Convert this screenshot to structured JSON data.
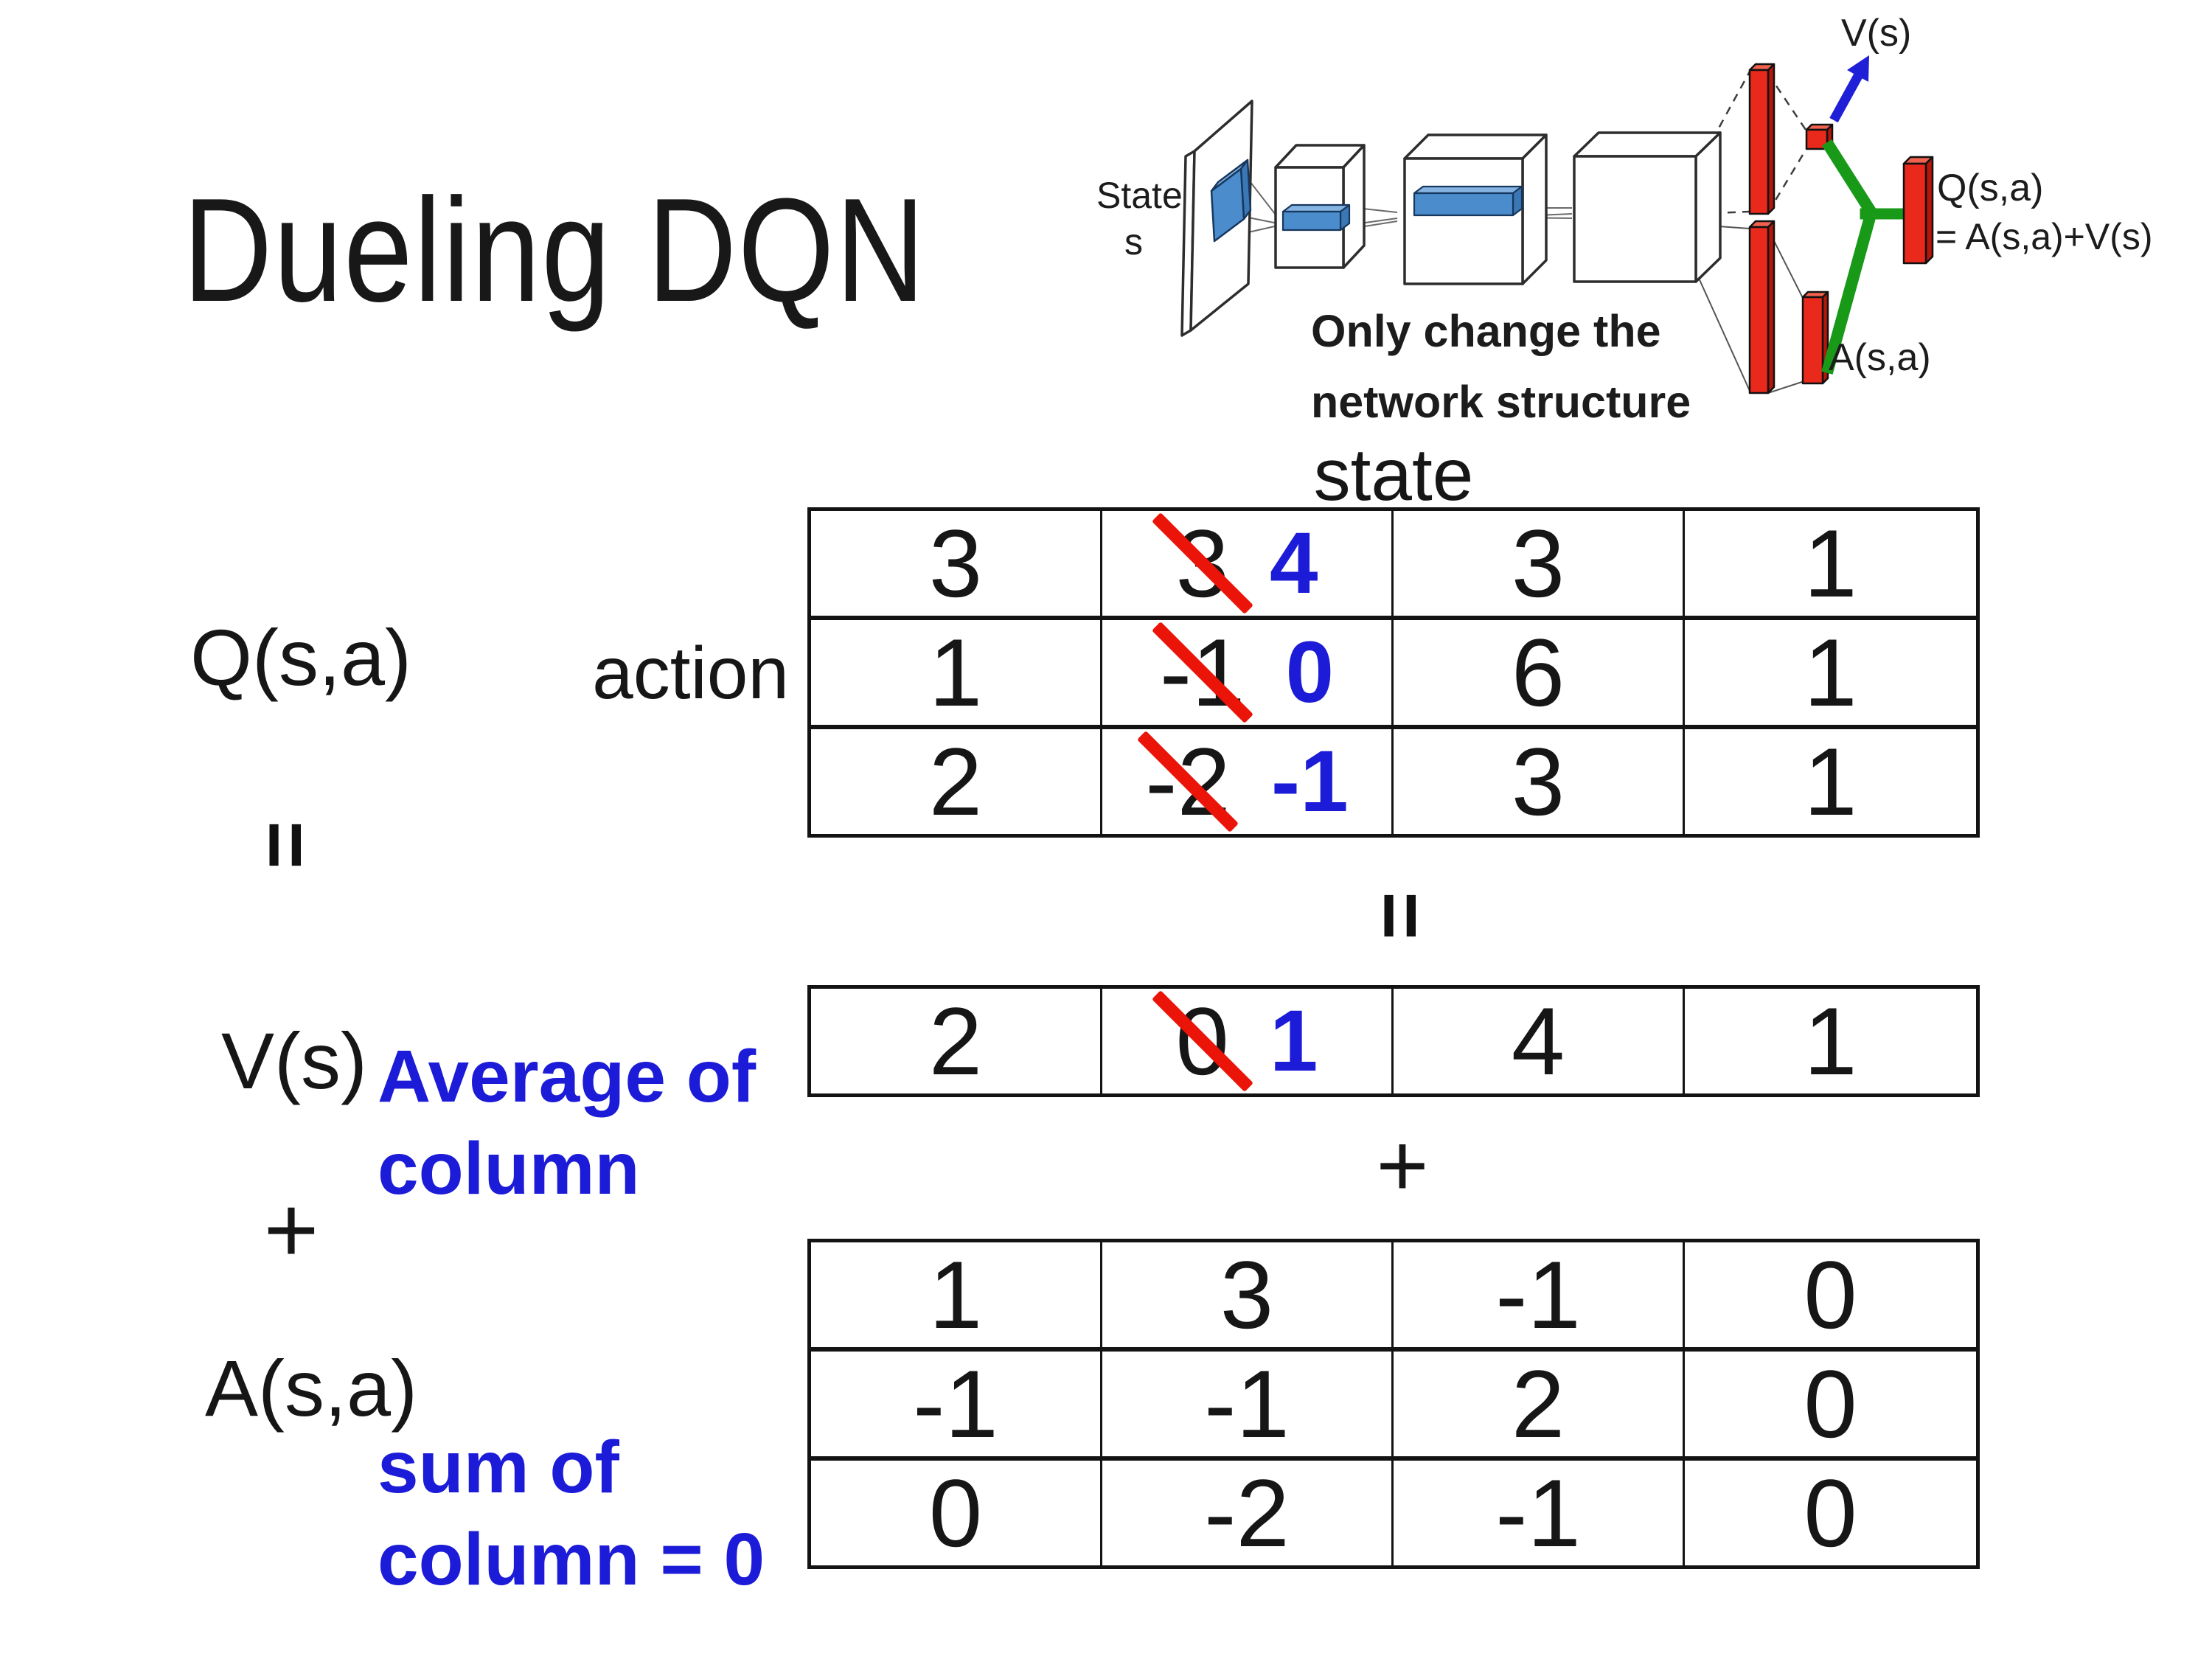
{
  "slide": {
    "title": "Dueling DQN"
  },
  "colors": {
    "annotation_blue": "#1b1bd8",
    "strike_red": "#ea1408",
    "bar_red": "#e8291c",
    "combine_green": "#189918",
    "conv_blue": "#4a8ccc"
  },
  "diagram": {
    "input_label_line1": "State",
    "input_label_line2": "s",
    "note_line1": "Only change the",
    "note_line2": "network structure",
    "v_output_label": "V(s)",
    "a_output_label": "A(s,a)",
    "q_output_line1": "Q(s,a)",
    "q_output_line2": "= A(s,a)+V(s)"
  },
  "matrix": {
    "state_header": "state",
    "action_header": "action",
    "q_label": "Q(s,a)",
    "v_label": "V(s)",
    "a_label": "A(s,a)",
    "equals": "=",
    "plus": "+",
    "avg_note_line1": "Average of",
    "avg_note_line2": "column",
    "sum_note_line1": "sum of",
    "sum_note_line2": "column = 0"
  },
  "tables": {
    "q": {
      "rows": [
        {
          "cells": [
            {
              "text": "3"
            },
            {
              "text": "3",
              "replaced": "4"
            },
            {
              "text": "3"
            },
            {
              "text": "1"
            }
          ]
        },
        {
          "cells": [
            {
              "text": "1"
            },
            {
              "text": "-1",
              "replaced": "0"
            },
            {
              "text": "6"
            },
            {
              "text": "1"
            }
          ]
        },
        {
          "cells": [
            {
              "text": "2"
            },
            {
              "text": "-2",
              "replaced": "-1"
            },
            {
              "text": "3"
            },
            {
              "text": "1"
            }
          ]
        }
      ]
    },
    "v": {
      "rows": [
        {
          "cells": [
            {
              "text": "2"
            },
            {
              "text": "0",
              "replaced": "1"
            },
            {
              "text": "4"
            },
            {
              "text": "1"
            }
          ]
        }
      ]
    },
    "a": {
      "rows": [
        {
          "cells": [
            {
              "text": "1"
            },
            {
              "text": "3"
            },
            {
              "text": "-1"
            },
            {
              "text": "0"
            }
          ]
        },
        {
          "cells": [
            {
              "text": "-1"
            },
            {
              "text": "-1"
            },
            {
              "text": "2"
            },
            {
              "text": "0"
            }
          ]
        },
        {
          "cells": [
            {
              "text": "0"
            },
            {
              "text": "-2"
            },
            {
              "text": "-1"
            },
            {
              "text": "0"
            }
          ]
        }
      ]
    }
  }
}
